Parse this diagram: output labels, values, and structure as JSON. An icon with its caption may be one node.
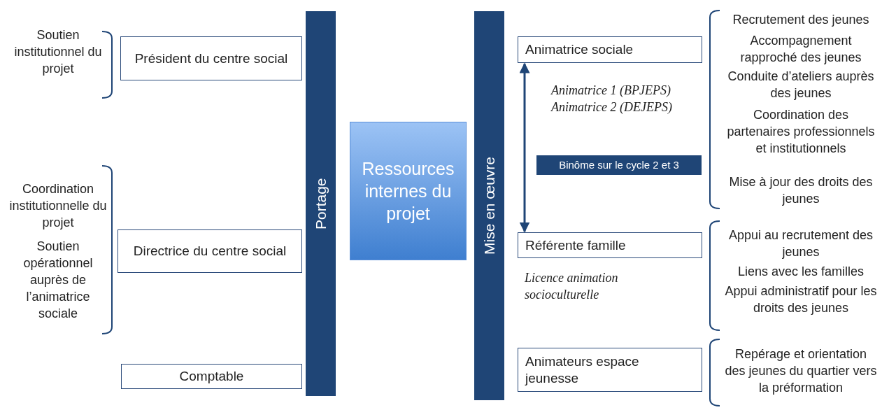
{
  "diagram": {
    "nodes": [
      {
        "text": [
          "Président du centre social"
        ]
      },
      {
        "text": [
          "Directrice du centre social"
        ]
      },
      {
        "text": [
          "Comptable"
        ]
      },
      {
        "text": [
          "Portage"
        ]
      },
      {
        "text": [
          "Ressources internes du projet"
        ]
      },
      {
        "text": [
          "Mise en œuvre"
        ]
      },
      {
        "text": [
          "Animatrice sociale"
        ]
      },
      {
        "text": [
          "Binôme sur le cycle 2 et 3"
        ]
      },
      {
        "text": [
          "Référente famille"
        ],
        "beside": [
          "Licence animation socioculturelle"
        ]
      },
      {
        "text": [
          "Animateurs espace jeunesse"
        ]
      }
    ],
    "edges": [
      {
        "from": 6,
        "to": 8,
        "arrow": "both"
      }
    ],
    "labels": [
      "Soutien institutionnel du projet",
      "Coordination institutionnelle du projet",
      "Soutien opérationnel auprès de l’animatrice sociale",
      "Recrutement des jeunes",
      "Accompagnement rapproché des jeunes",
      "Conduite d’ateliers auprès des jeunes",
      "Animatrice 1 (BPJEPS)",
      "Animatrice 2 (DEJEPS)",
      "Coordination des partenaires professionnels et institutionnels",
      "Mise à jour des droits des jeunes",
      "Appui au recrutement des jeunes",
      "Liens avec les familles",
      "Appui administratif pour les droits des jeunes",
      "Repérage et orientation des jeunes du quartier vers la préformation"
    ]
  }
}
